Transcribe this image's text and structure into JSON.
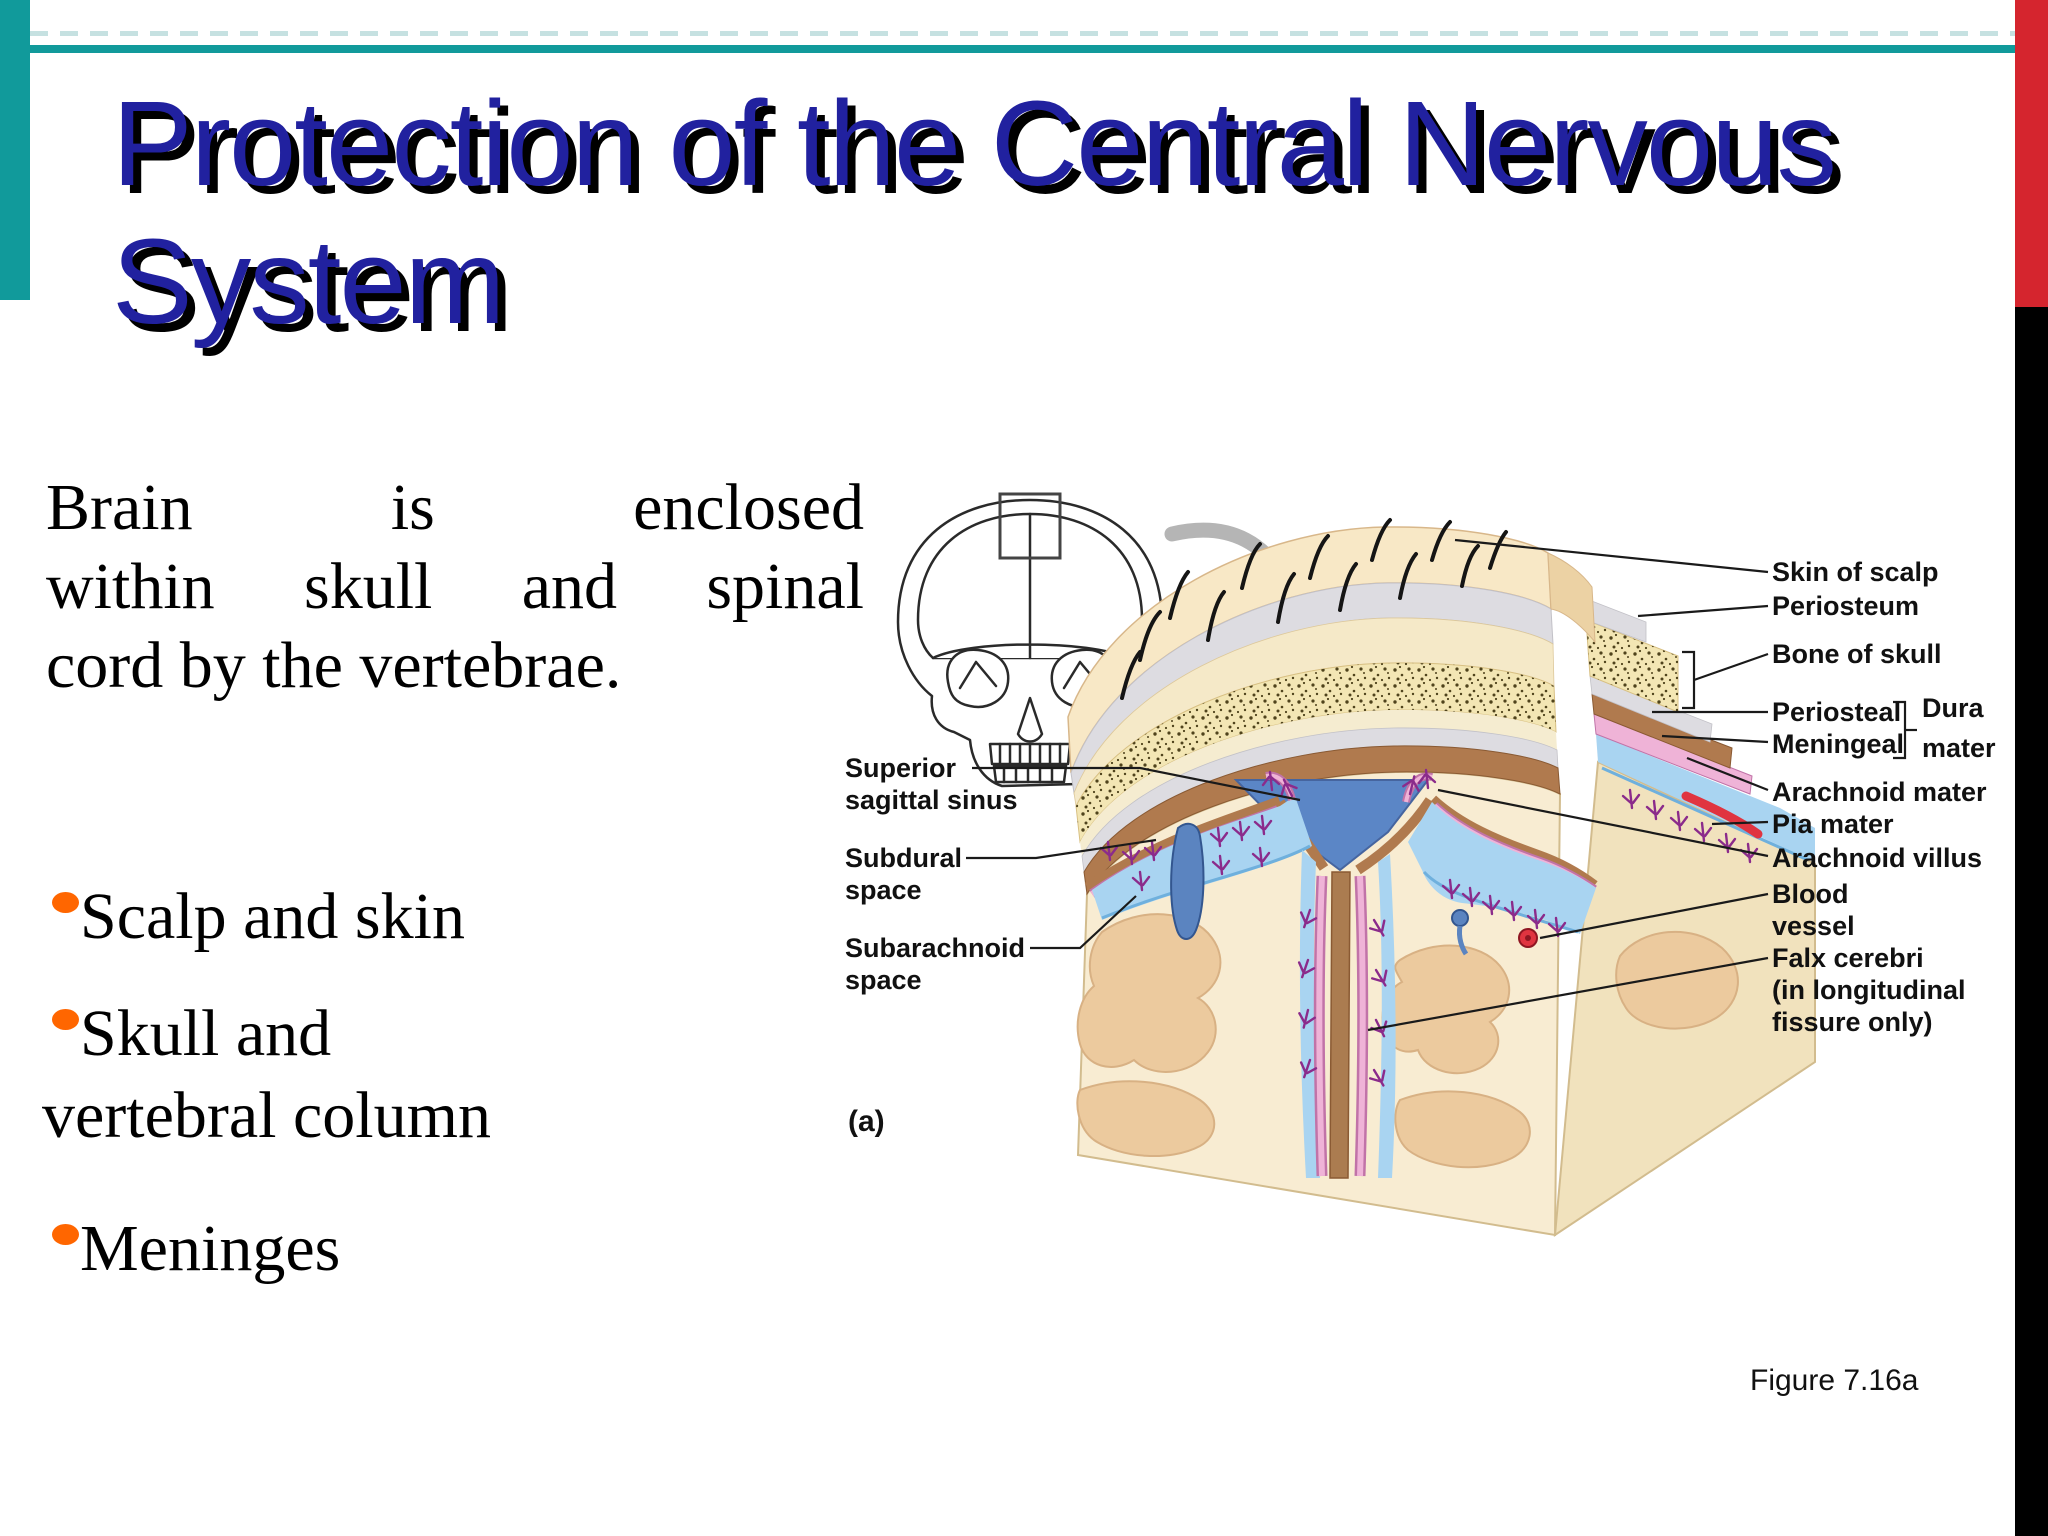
{
  "slide": {
    "colors": {
      "accent_teal": "#119a9b",
      "accent_red": "#d5252e",
      "side_band_black": "#000000",
      "title_blue": "#21219f",
      "bullet_orange": "#ff6600"
    },
    "title_lines": [
      "Protection of the Central Nervous",
      "System"
    ],
    "body_lines": [
      "Brain is enclosed",
      "within skull and spinal",
      "cord by the vertebrae."
    ],
    "bullets": [
      "Scalp and skin",
      "Skull and vertebral column",
      "Meninges"
    ],
    "figure": {
      "panel_label": "(a)",
      "caption": "Figure 7.16a",
      "labels": {
        "skin_of_scalp": "Skin of scalp",
        "periosteum": "Periosteum",
        "bone_of_skull": "Bone of skull",
        "periosteal": "Periosteal",
        "meningeal": "Meningeal",
        "dura_mater_lines": [
          "Dura",
          "mater"
        ],
        "arachnoid_mater": "Arachnoid mater",
        "pia_mater": "Pia mater",
        "arachnoid_villus": "Arachnoid villus",
        "blood_vessel_lines": [
          "Blood",
          "vessel"
        ],
        "falx_cerebri_lines": [
          "Falx cerebri",
          "(in longitudinal",
          "fissure only)"
        ],
        "superior_sagittal_sinus_lines": [
          "Superior",
          "sagittal sinus"
        ],
        "subdural_space_lines": [
          "Subdural",
          "space"
        ],
        "subarachnoid_space_lines": [
          "Subarachnoid",
          "space"
        ]
      }
    }
  }
}
